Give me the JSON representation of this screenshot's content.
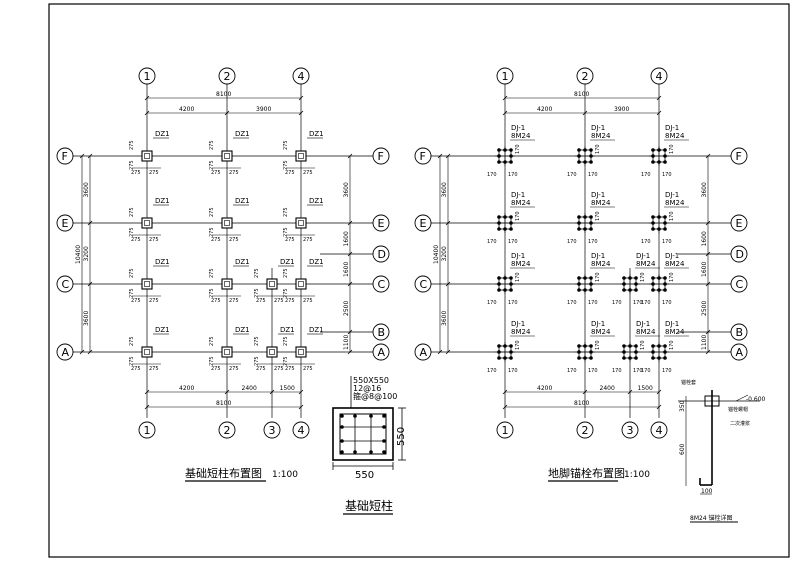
{
  "plan1": {
    "title": "基础短柱布置图",
    "scale": "1:100",
    "col_labels": [
      "1",
      "2",
      "4"
    ],
    "col_labels_bottom": [
      "1",
      "2",
      "3",
      "4"
    ],
    "row_labels": [
      "F",
      "E",
      "D",
      "C",
      "B",
      "A"
    ],
    "top_total": "8100",
    "top_spans": [
      "4200",
      "3900"
    ],
    "bot_total": "8100",
    "bot_spans": [
      "4200",
      "2400",
      "1500"
    ],
    "left_total": "10400",
    "left_spans": [
      "3600",
      "3200",
      "3600"
    ],
    "right_spans": [
      "3600",
      "1600",
      "1600",
      "2500",
      "1100"
    ],
    "column_tag": "DZ1",
    "dim_a": "275",
    "dim_b": "275"
  },
  "plan2": {
    "title": "地脚锚栓布置图",
    "scale": "1:100",
    "col_labels": [
      "1",
      "2",
      "4"
    ],
    "col_labels_bottom": [
      "1",
      "2",
      "3",
      "4"
    ],
    "row_labels": [
      "F",
      "E",
      "D",
      "C",
      "B",
      "A"
    ],
    "top_total": "8100",
    "top_spans": [
      "4200",
      "3900"
    ],
    "bot_total": "8100",
    "bot_spans": [
      "4200",
      "2400",
      "1500"
    ],
    "left_total": "10400",
    "left_spans": [
      "3600",
      "3200",
      "3600"
    ],
    "right_spans": [
      "3600",
      "1600",
      "1600",
      "2500",
      "1100"
    ],
    "tag_line1": "DJ-1",
    "tag_line2": "8M24",
    "dim": "170"
  },
  "section": {
    "title": "基础短柱",
    "size_note": "550X550",
    "rebar_note": "12@16",
    "stirrup_note": "箍@8@100",
    "width": "550",
    "height": "550"
  },
  "bolt_detail": {
    "title": "8M24 锚栓详图",
    "note_top": "锚栓套",
    "elev": "-0.600",
    "note_a": "锚栓螺帽",
    "note_b": "二次灌浆",
    "dim_top": "350",
    "dim_mid": "600",
    "dim_hook": "100"
  }
}
